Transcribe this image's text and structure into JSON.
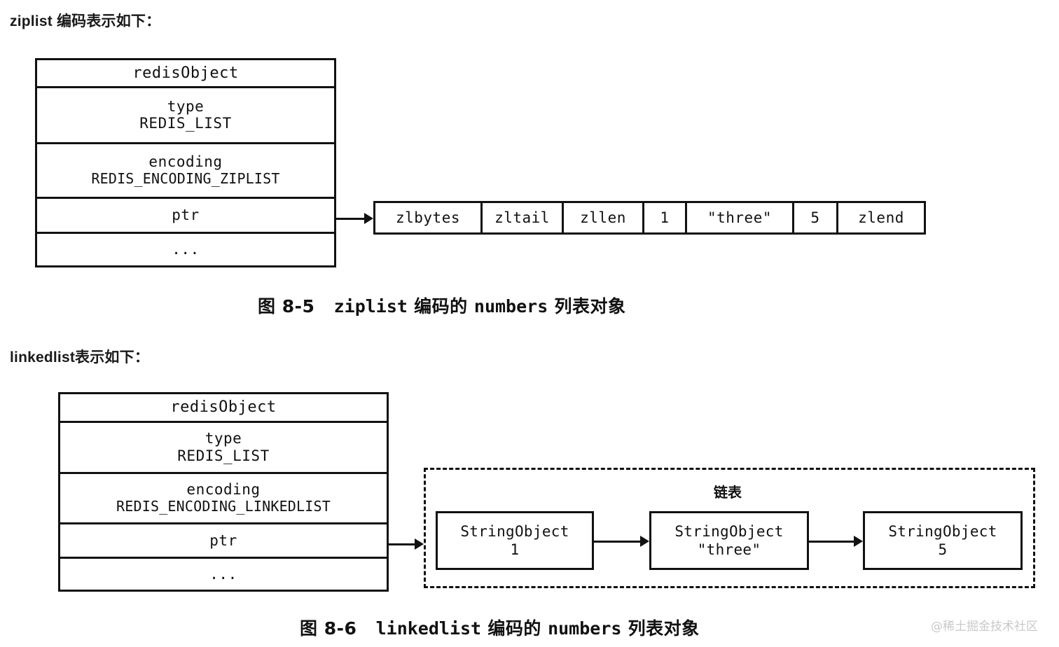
{
  "page": {
    "watermark": "@稀土掘金技术社区"
  },
  "section_ziplist": {
    "heading": "ziplist 编码表示如下：",
    "caption_prefix": "图 8-5",
    "caption_mono1": "ziplist",
    "caption_mid": "编码的",
    "caption_mono2": "numbers",
    "caption_suffix": "列表对象",
    "object_table": {
      "rows": [
        {
          "line1": "redisObject",
          "line2": ""
        },
        {
          "line1": "type",
          "line2": "REDIS_LIST"
        },
        {
          "line1": "encoding",
          "line2": "REDIS_ENCODING_ZIPLIST"
        },
        {
          "line1": "ptr",
          "line2": ""
        },
        {
          "line1": "...",
          "line2": ""
        }
      ]
    },
    "ziplist_cells": [
      "zlbytes",
      "zltail",
      "zllen",
      "1",
      "\"three\"",
      "5",
      "zlend"
    ]
  },
  "section_linkedlist": {
    "heading": "linkedlist表示如下：",
    "caption_prefix": "图 8-6",
    "caption_mono1": "linkedlist",
    "caption_mid": "编码的",
    "caption_mono2": "numbers",
    "caption_suffix": "列表对象",
    "object_table": {
      "rows": [
        {
          "line1": "redisObject",
          "line2": ""
        },
        {
          "line1": "type",
          "line2": "REDIS_LIST"
        },
        {
          "line1": "encoding",
          "line2": "REDIS_ENCODING_LINKEDLIST"
        },
        {
          "line1": "ptr",
          "line2": ""
        },
        {
          "line1": "...",
          "line2": ""
        }
      ]
    },
    "chain_label": "链表",
    "nodes": [
      {
        "line1": "StringObject",
        "line2": "1"
      },
      {
        "line1": "StringObject",
        "line2": "\"three\""
      },
      {
        "line1": "StringObject",
        "line2": "5"
      }
    ]
  }
}
